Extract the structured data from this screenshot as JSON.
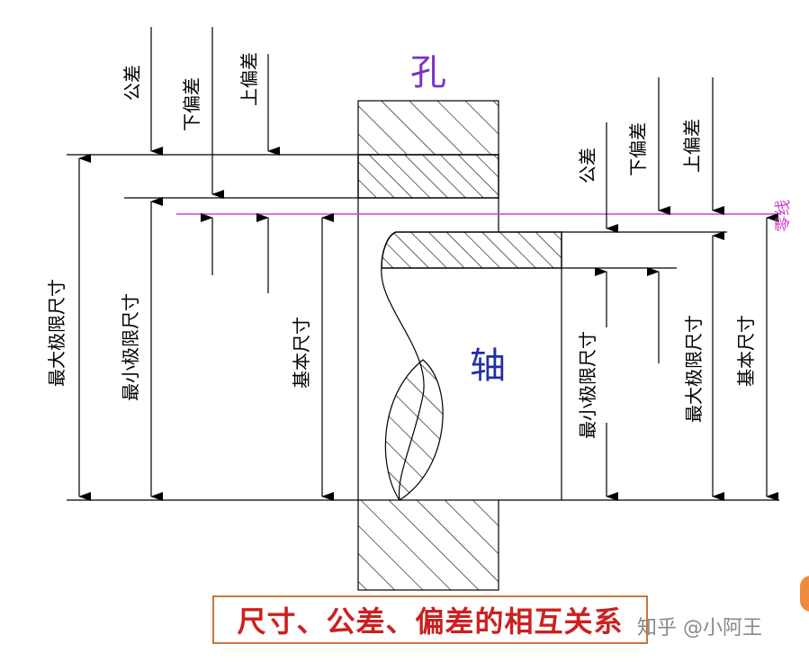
{
  "labels": {
    "hole": "孔",
    "shaft": "轴",
    "zero_line": "零线",
    "left": {
      "tolerance": "公差",
      "lower_deviation": "下偏差",
      "upper_deviation": "上偏差",
      "max_limit_size": "最大极限尺寸",
      "min_limit_size": "最小极限尺寸",
      "basic_size": "基本尺寸"
    },
    "right": {
      "tolerance": "公差",
      "lower_deviation": "下偏差",
      "upper_deviation": "上偏差",
      "min_limit_size": "最小极限尺寸",
      "max_limit_size": "最大极限尺寸",
      "basic_size": "基本尺寸"
    }
  },
  "title": "尺寸、公差、偏差的相互关系",
  "watermark": "知乎 @小阿王",
  "colors": {
    "hole_label": "#7b2fc8",
    "shaft_label": "#1f2fa8",
    "zero_line": "#d040d0",
    "title_text": "#cc2020",
    "title_border": "#c8763a",
    "line": "#000000"
  }
}
